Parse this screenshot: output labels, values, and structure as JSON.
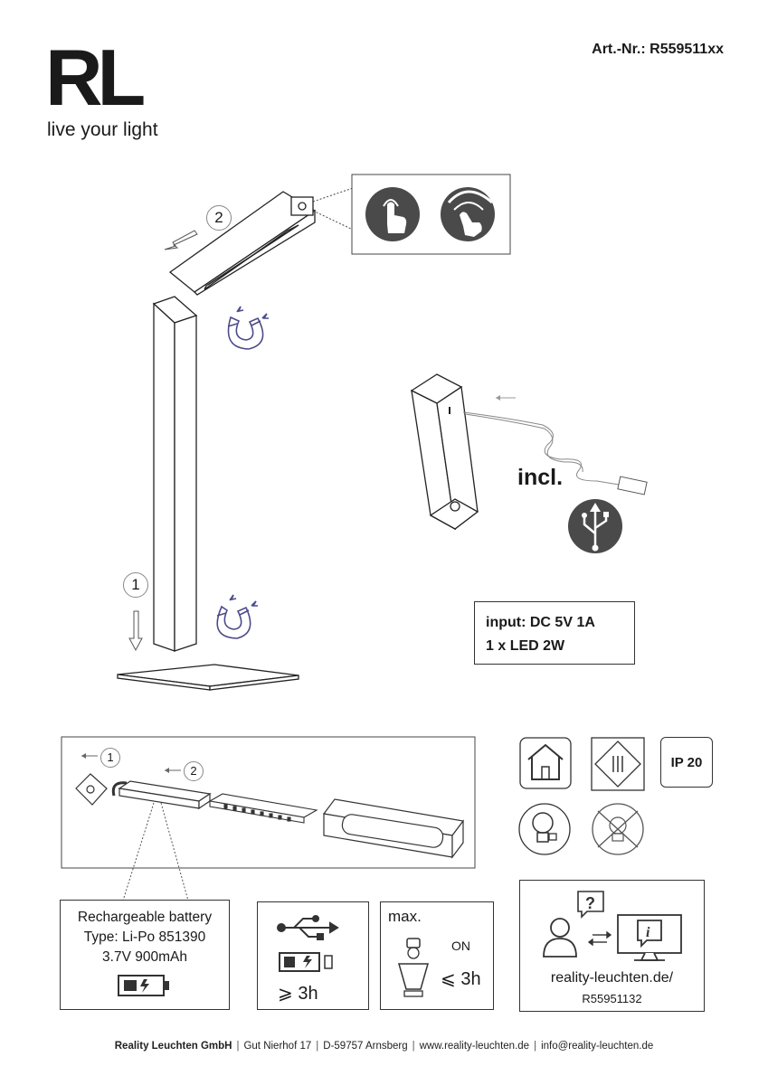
{
  "brand": {
    "logo": "RL",
    "tagline": "live your light"
  },
  "article": {
    "number": "Art.-Nr.: R559511xx"
  },
  "diagram": {
    "step1": "1",
    "step2": "2",
    "included_label": "incl."
  },
  "specs": {
    "input": "input: DC 5V 1A",
    "led": "1 x LED 2W"
  },
  "assembly": {
    "step1": "1",
    "step2": "2"
  },
  "battery": {
    "line1": "Rechargeable battery",
    "line2": "Type: Li-Po 851390",
    "line3": "3.7V 900mAh"
  },
  "charging": {
    "time": "⩾ 3h"
  },
  "runtime": {
    "max_label": "max.",
    "on_label": "ON",
    "time": "⩽ 3h"
  },
  "rating": {
    "ip": "IP 20"
  },
  "info": {
    "url": "reality-leuchten.de/",
    "code": "R55951132"
  },
  "footer": {
    "company": "Reality Leuchten GmbH",
    "address": "Gut Nierhof 17",
    "city": "D-59757 Arnsberg",
    "web": "www.reality-leuchten.de",
    "email": "info@reality-leuchten.de"
  }
}
